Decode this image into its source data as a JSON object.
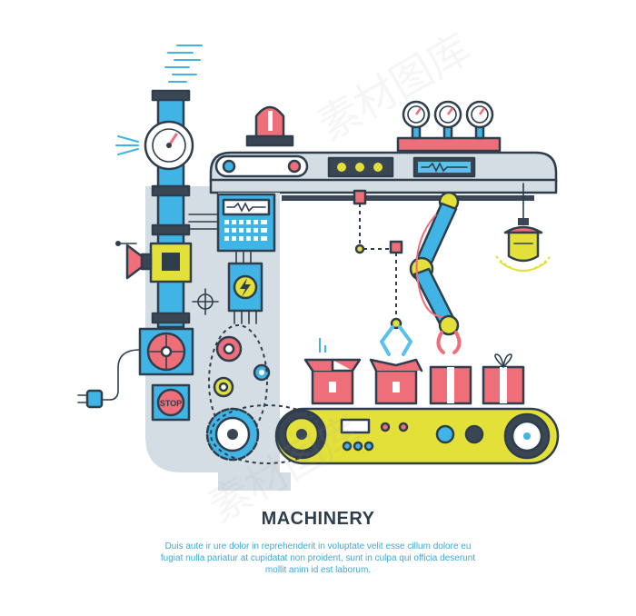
{
  "title": "MACHINERY",
  "body_lines": [
    "Duis aute ir ure dolor in reprehenderit in voluptate velit esse cillum dolore eu",
    "fugiat nulla pariatur at cupidatat non proident, sunt in culpa qui officia deserunt",
    "mollit anim id est laborum."
  ],
  "stop_label": "STOP",
  "watermark": "素材图库",
  "colors": {
    "outline": "#2f3e4d",
    "blue": "#3fb4e5",
    "pink": "#ee6f7a",
    "yellow": "#e3e03a",
    "gray": "#d5dde4",
    "panel": "#5ac1ea",
    "dark": "#3a4654"
  },
  "icons": [
    "pressure-gauge-icon",
    "alarm-light-icon",
    "gear-icon",
    "lightning-icon",
    "plug-icon",
    "lamp-icon",
    "robot-arm-icon",
    "box-icon",
    "gift-icon",
    "valve-wheel-icon"
  ]
}
